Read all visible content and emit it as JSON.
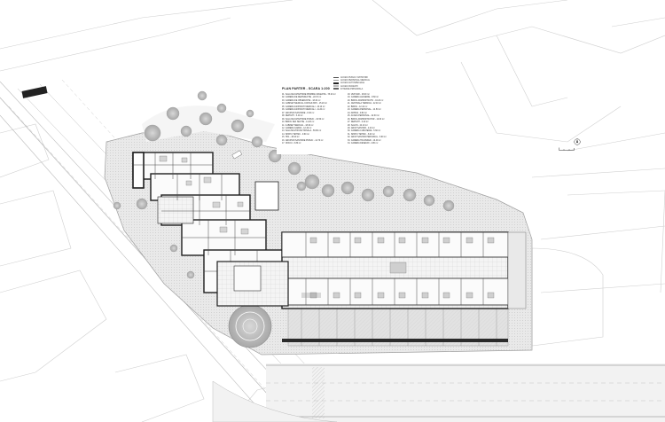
{
  "title": "PLAN PARTER - SCARA 1:200",
  "legend": {
    "items": [
      "ACCES PUBLIC VIZITATORI",
      "ACCES PERSONAL MEDICAL",
      "ACCES AUTOSPECIALE",
      "ACCES PACIENTI",
      "INTRARE PRINCIPALA"
    ]
  },
  "rooms_left": [
    "01. SALA DE ASTEPTARE PRIMIRE URGENTE - 78.20 m²",
    "02. CAMERA DE DEZINFECTIE - 22.15 m²",
    "03. CAMERA DE OBSERVATIE - 18.40 m²",
    "04. CABINET MEDICAL CONSULTATII - 15.20 m²",
    "05. CAMERA ASISTENTI MEDICALI - 16.10 m²",
    "06. CAMERA ASISTENTI MEDICALI - 11.20 m²",
    "07. GRUPURI SANITARE - 8.30 m²",
    "08. DEPOZIT - 5.40 m²",
    "09. SALA DE ASTEPTARE PUBLIC - 34.50 m²",
    "10. BIROU SEF SECTIE - 14.20 m²",
    "11. CABINET MEDICAL - 18.00 m²",
    "12. CAMERA GARDA - 12.40 m²",
    "13. SALA MULTIFUNCTIONALA - 56.80 m²",
    "14. SPATIU TEHNIC - 9.60 m²",
    "15. HOL - 48.20 m²",
    "16. GRUPURI SANITARE PUBLIC - 14.70 m²",
    "17. OFICIU - 6.80 m²"
  ],
  "rooms_right": [
    "18. VESTIAR - 18.30 m²",
    "19. CAMERA LENJERIE - 8.60 m²",
    "20. BIROU ADMINISTRATIV - 16.20 m²",
    "21. CENTRALA TERMICA - 22.40 m²",
    "22. BIROU - 12.10 m²",
    "23. CAMERA PERSONAL - 14.50 m²",
    "24. ARHIVA - 9.80 m²",
    "25. ACCES PERSONAL - 22.30 m²",
    "26. BIROU ADMINISTRATOR - 12.00 m²",
    "27. DEPOZIT - 6.40 m²",
    "28. SALON - 24.10 m²",
    "29. GRUP SANITAR - 4.20 m²",
    "30. CAMERA CURATENIE - 5.60 m²",
    "31. SPATIU TEHNIC - 8.20 m²",
    "32. GRUP SANITAR PERSONAL - 6.90 m²",
    "33. CAMERA TRANSFER - 10.40 m²",
    "34. CAMERA DESEURI - 4.80 m²"
  ]
}
